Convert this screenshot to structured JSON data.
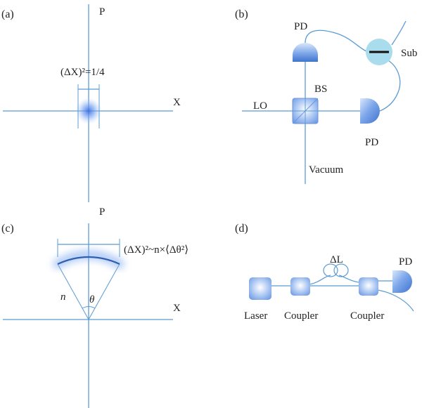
{
  "panels": {
    "a": {
      "label": "(a)",
      "axis_p": "P",
      "axis_x": "X",
      "formula": "(ΔX)²=1/4"
    },
    "b": {
      "label": "(b)",
      "pd_top": "PD",
      "pd_right": "PD",
      "sub": "Sub",
      "bs": "BS",
      "lo": "LO",
      "vacuum": "Vacuum"
    },
    "c": {
      "label": "(c)",
      "axis_p": "P",
      "axis_x": "X",
      "formula": "(ΔX)²~n×⟨Δθ²⟩",
      "n": "n",
      "theta": "θ"
    },
    "d": {
      "label": "(d)",
      "delta_l": "ΔL",
      "pd": "PD",
      "laser": "Laser",
      "coupler_1": "Coupler",
      "coupler_2": "Coupler"
    }
  },
  "colors": {
    "line": "#5b9bd5",
    "dark_arc": "#2e5fb0",
    "component": "#6a9ee6",
    "subtractor": "#a9dcec"
  }
}
